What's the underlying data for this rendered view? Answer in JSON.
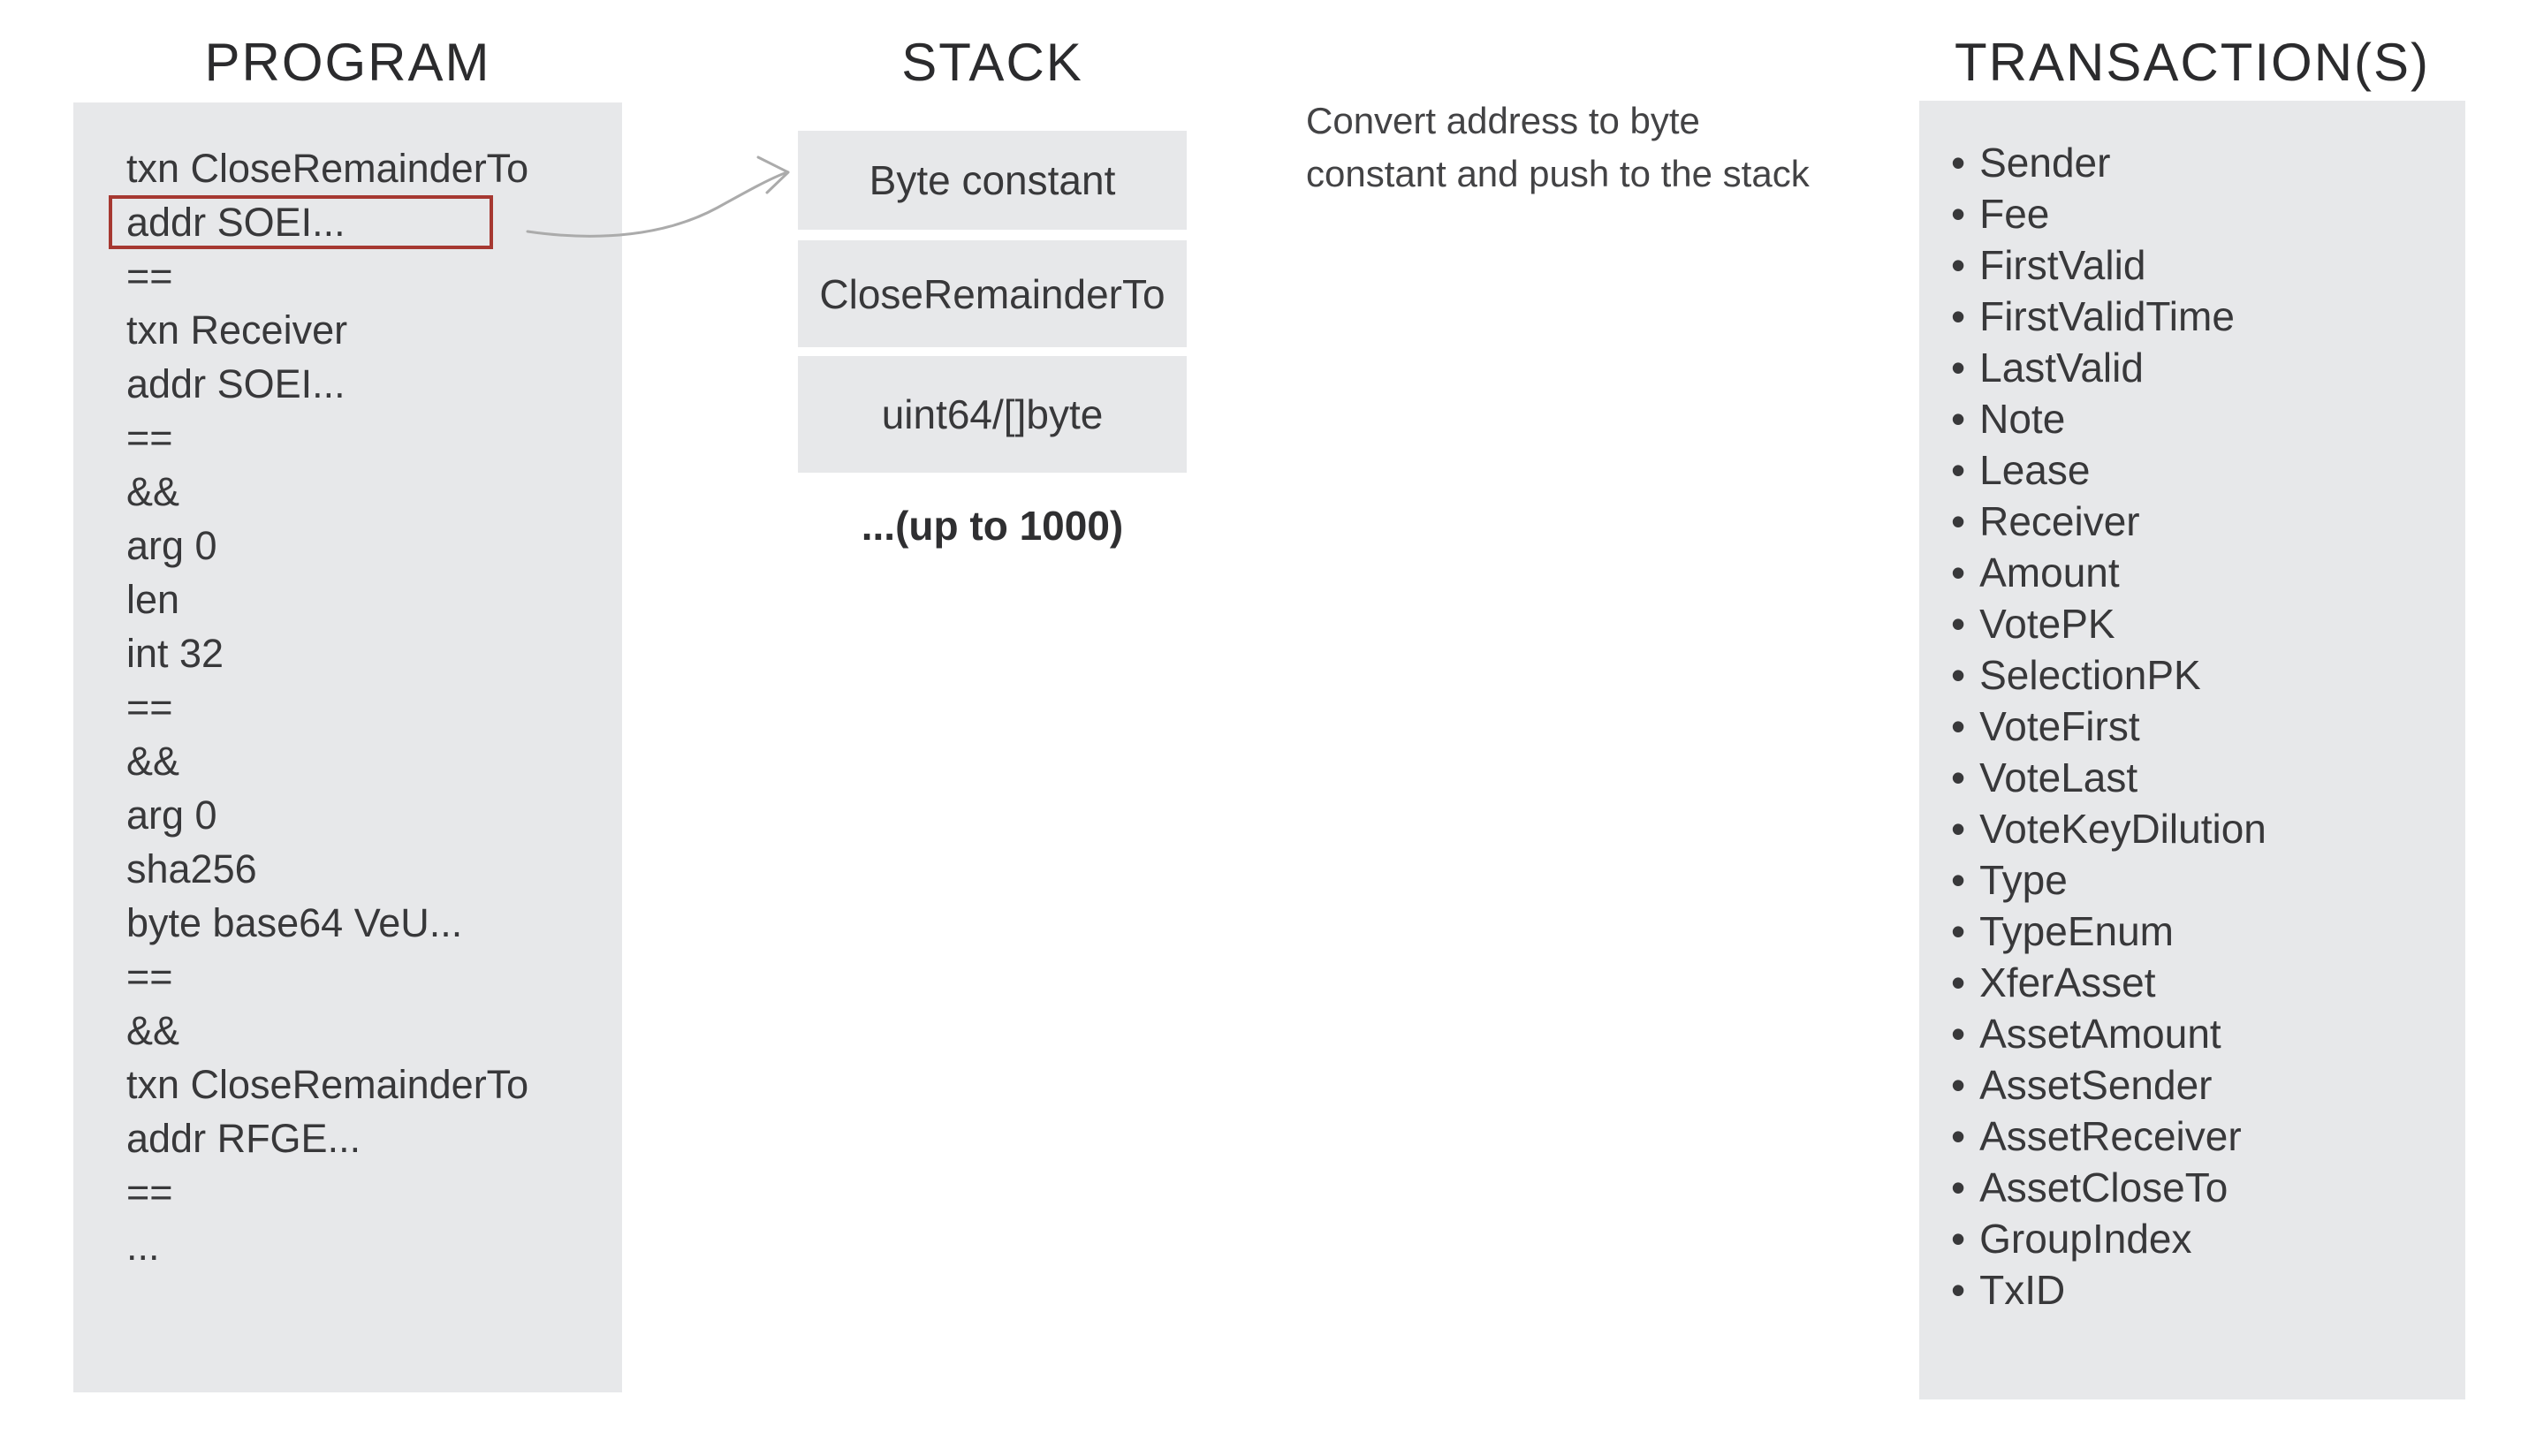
{
  "diagram": {
    "program": {
      "title": "PROGRAM",
      "highlighted_line_index": 1,
      "lines": [
        "txn CloseRemainderTo",
        "addr SOEI...",
        "==",
        "txn Receiver",
        "addr SOEI...",
        "==",
        "&&",
        "arg 0",
        "len",
        "int 32",
        "==",
        "&&",
        "arg 0",
        "sha256",
        "byte base64 VeU...",
        "==",
        "&&",
        "txn CloseRemainderTo",
        "addr RFGE...",
        "==",
        "..."
      ]
    },
    "stack": {
      "title": "STACK",
      "boxes": [
        "Byte constant",
        "CloseRemainderTo",
        "uint64/[]byte"
      ],
      "overflow_note": "...(up to 1000)"
    },
    "annotation": {
      "line1": "Convert address to byte",
      "line2": "constant and push to the stack"
    },
    "transactions": {
      "title": "TRANSACTION(S)",
      "fields": [
        "Sender",
        "Fee",
        "FirstValid",
        "FirstValidTime",
        "LastValid",
        "Note",
        "Lease",
        "Receiver",
        "Amount",
        "VotePK",
        "SelectionPK",
        "VoteFirst",
        "VoteLast",
        "VoteKeyDilution",
        "Type",
        "TypeEnum",
        "XferAsset",
        "AssetAmount",
        "AssetSender",
        "AssetReceiver",
        "AssetCloseTo",
        "GroupIndex",
        "TxID"
      ]
    },
    "colors": {
      "box_bg": "#e7e8ea",
      "text": "#38383a",
      "title": "#2b2b2d",
      "highlight_border": "#a63831",
      "arrow": "#ababab"
    }
  }
}
